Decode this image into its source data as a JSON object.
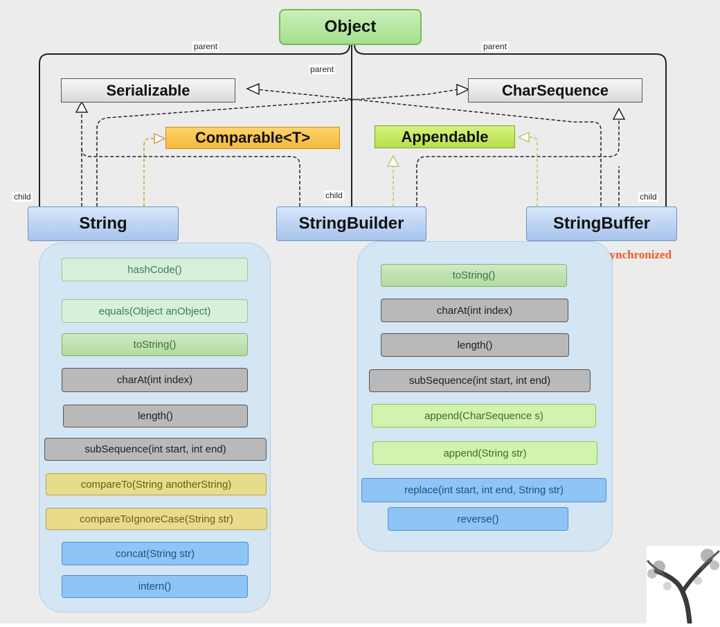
{
  "colors": {
    "canvas": "#ececec",
    "object_green": "#a6e08f",
    "comparable_orange": "#f4b93a",
    "appendable_green": "#b7e04a",
    "class_blue": "#a8c4ec",
    "panel_blue": "#d4e5f4",
    "synchronized_red": "#f05a28"
  },
  "nodes": {
    "object": "Object",
    "serializable": "Serializable",
    "charsequence": "CharSequence",
    "comparable": "Comparable<T>",
    "appendable": "Appendable",
    "string": "String",
    "stringbuilder": "StringBuilder",
    "stringbuffer": "StringBuffer"
  },
  "labels": {
    "parent": "parent",
    "child": "child",
    "synchronized": "synchronized"
  },
  "string_methods": [
    {
      "name": "hashCode()",
      "from": "Object"
    },
    {
      "name": "equals(Object anObject)",
      "from": "Object"
    },
    {
      "name": "toString()",
      "from": "Object, CharSequence"
    },
    {
      "name": "charAt(int index)",
      "from": "CharSequence"
    },
    {
      "name": "length()",
      "from": "CharSequence"
    },
    {
      "name": "subSequence(int start, int end)",
      "from": "CharSequence"
    },
    {
      "name": "compareTo(String anotherString)",
      "from": "Comparable"
    },
    {
      "name": "compareToIgnoreCase(String str)",
      "from": "Comparable"
    },
    {
      "name": "concat(String str)",
      "from": "String"
    },
    {
      "name": "intern()",
      "from": "String"
    }
  ],
  "builder_methods": [
    {
      "name": "toString()",
      "from": "Object, CharSequence"
    },
    {
      "name": "charAt(int index)",
      "from": "CharSequence"
    },
    {
      "name": "length()",
      "from": "CharSequence"
    },
    {
      "name": "subSequence(int start, int end)",
      "from": "CharSequence"
    },
    {
      "name": "append(CharSequence s)",
      "from": "Appendable"
    },
    {
      "name": "append(String str)",
      "from": "Appendable"
    },
    {
      "name": "replace(int start, int end, String str)",
      "from": "StringBuilder"
    },
    {
      "name": "reverse()",
      "from": "StringBuilder"
    }
  ],
  "logo": {
    "icon": "tree-y-logo-icon"
  }
}
